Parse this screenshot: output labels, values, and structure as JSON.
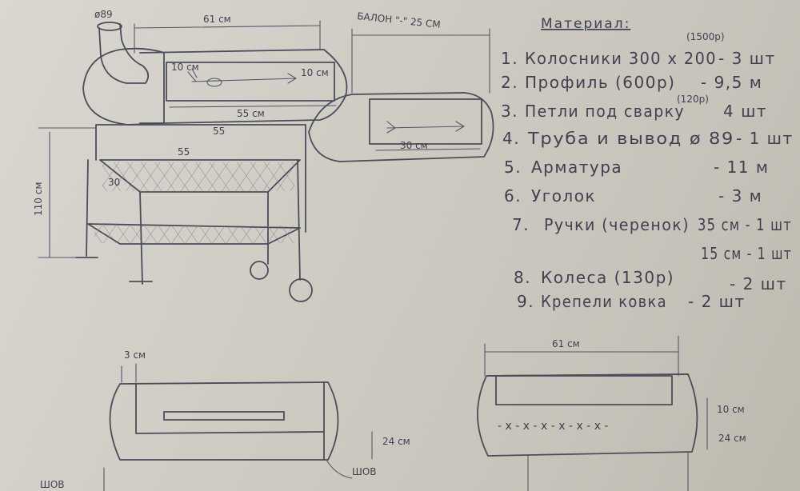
{
  "title": "Материал:",
  "title_price": "(1500р)",
  "materials": [
    {
      "num": "1.",
      "name": "Колосники 300 х 200",
      "qty": "- 3 шт"
    },
    {
      "num": "2.",
      "name": "Профиль (600р)",
      "qty": "- 9,5 м"
    },
    {
      "num": "3.",
      "name": "Петли под сварку",
      "note": "(120р)",
      "qty": "4 шт"
    },
    {
      "num": "4.",
      "name": "Труба и вывод ø 89",
      "qty": "- 1 шт"
    },
    {
      "num": "5.",
      "name": "Арматура",
      "qty": "- 11 м"
    },
    {
      "num": "6.",
      "name": "Уголок",
      "qty": "- 3 м"
    },
    {
      "num": "7.",
      "name": "Ручки (черенок)",
      "qty": "35 см - 1 шт"
    },
    {
      "num": "",
      "name": "",
      "qty": "15 см - 1 шт"
    },
    {
      "num": "8.",
      "name": "Колеса (130р)",
      "qty": "- 2 шт"
    },
    {
      "num": "9.",
      "name": "Крепели ковка",
      "qty": "- 2 шт"
    }
  ],
  "dimensions": {
    "pipe_diameter": "ø89",
    "main_width": "61 см",
    "handle_offset_left": "10 см",
    "handle_offset_right": "10 см",
    "main_door_width": "55 см",
    "frame_top_width": "55",
    "shelf_width": "55",
    "shelf_depth": "30",
    "height": "110 см",
    "balloon": "БАЛОН \"-\" 25 СМ",
    "side_door_width": "30 см",
    "flange_width": "3 см",
    "door_drop_left": "24 см",
    "seam_right": "ШОВ",
    "seam_left": "ШОВ",
    "top_width_right": "61 см",
    "gap_10": "10 см",
    "gap_24": "24 см"
  }
}
